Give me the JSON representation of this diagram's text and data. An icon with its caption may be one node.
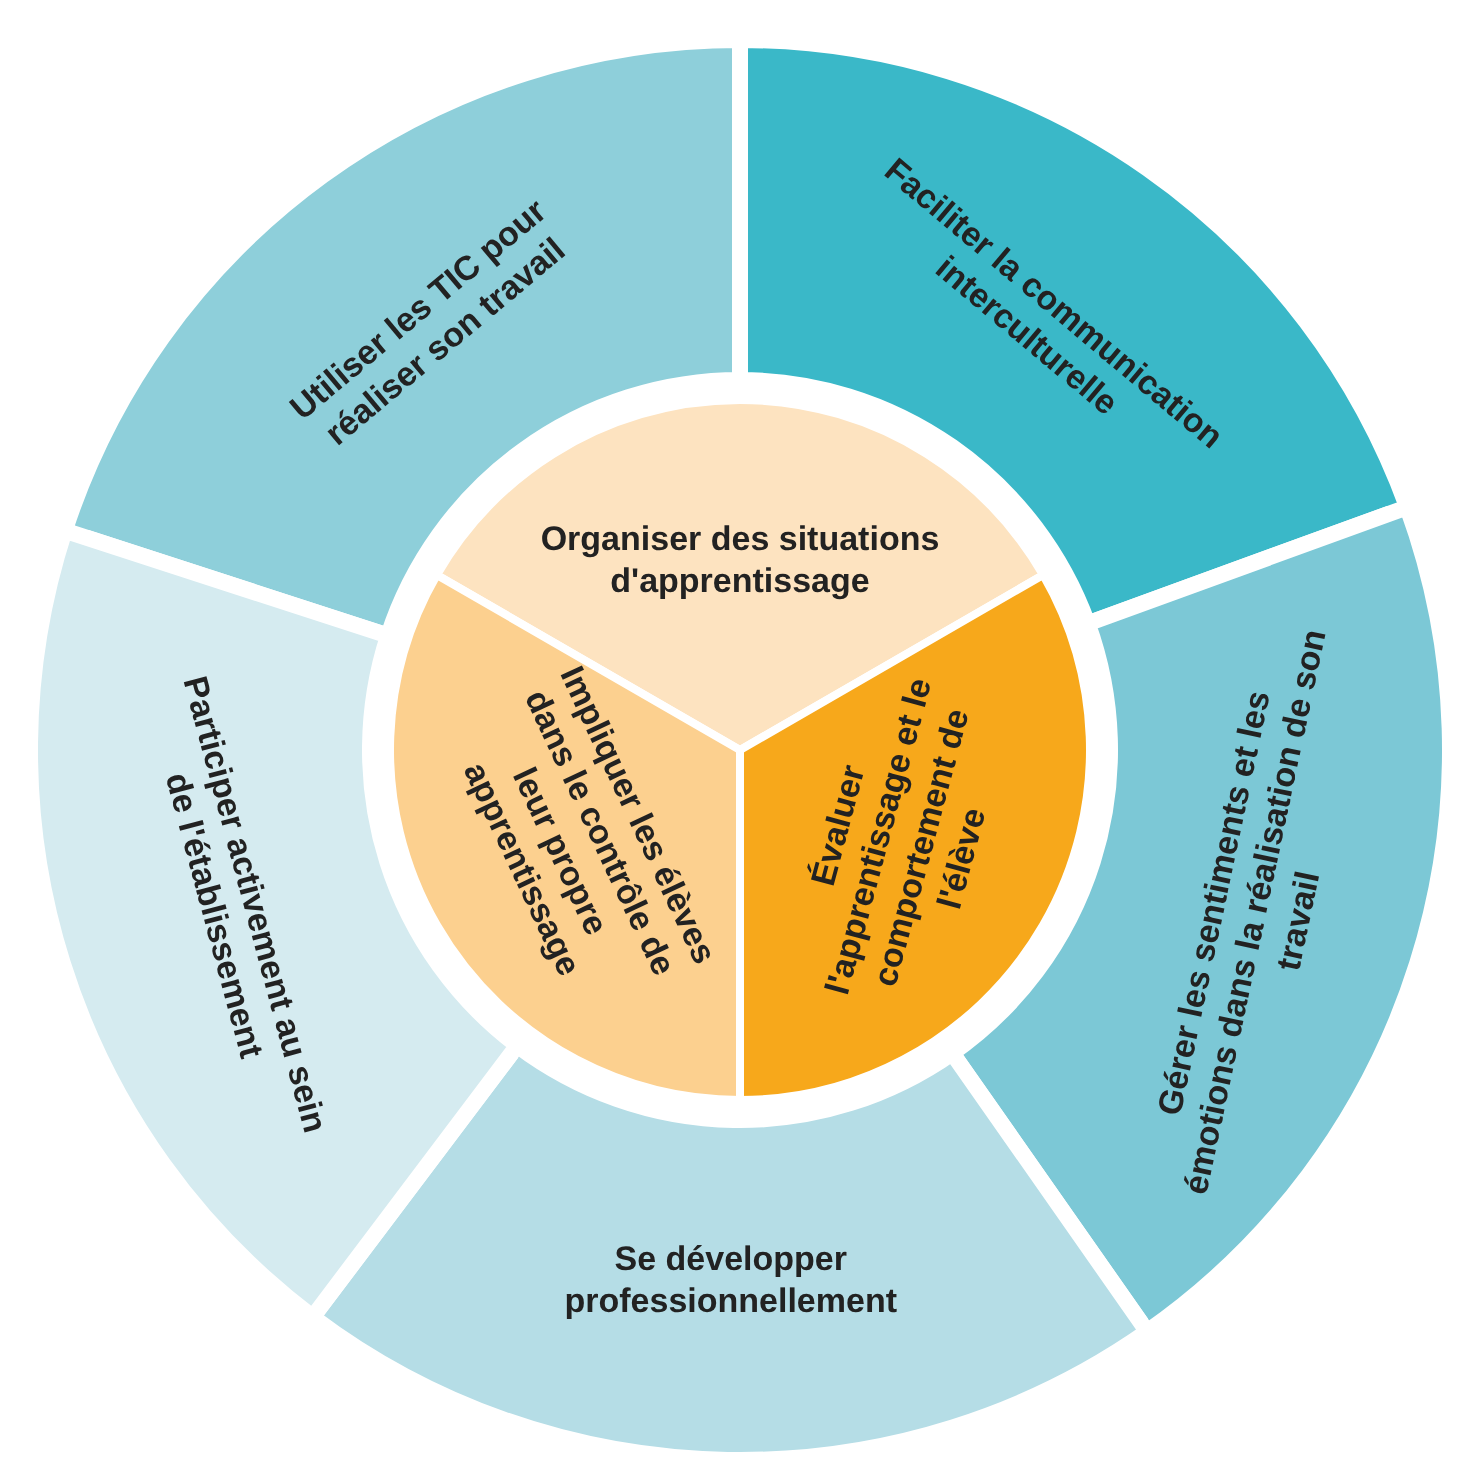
{
  "diagram": {
    "nodes": [
      {
        "text": [
          "Utiliser les TIC pour réaliser son travail"
        ]
      },
      {
        "text": [
          "Faciliter la communication interculturelle"
        ]
      },
      {
        "text": [
          "Gérer les sentiments et les émotions dans la réalisation de son travail"
        ]
      },
      {
        "text": [
          "Se développer professionnellement"
        ]
      },
      {
        "text": [
          "Participer activement au sein de l'établissement"
        ]
      },
      {
        "text": [
          "Organiser des situations d'apprentissage"
        ]
      },
      {
        "text": [
          "Évaluer l'apprentissage et le comportement de l'élève"
        ]
      },
      {
        "text": [
          "Impliquer les élèves dans le contrôle de leur propre apprentissage"
        ]
      }
    ],
    "edges": []
  }
}
